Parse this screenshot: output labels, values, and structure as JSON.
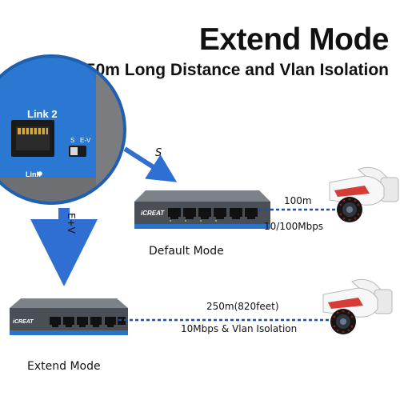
{
  "header": {
    "title": "Extend Mode",
    "subtitle": "250m Long Distance and Vlan Isolation"
  },
  "zoom_panel": {
    "port_label": "Link 2",
    "led_label": "Link",
    "switch_s": "S",
    "switch_ev": "E-V"
  },
  "arrows": {
    "s_label": "S",
    "ev_label": "E+V"
  },
  "default_mode": {
    "brand": "iCREAT",
    "distance_label": "100m",
    "speed_label": "10/100Mbps",
    "caption": "Default Mode"
  },
  "extend_mode": {
    "brand": "iCREAT",
    "distance_label": "250m(820feet)",
    "speed_label": "10Mbps & Vlan Isolation",
    "caption": "Extend Mode"
  },
  "colors": {
    "accent_blue": "#2a73c9",
    "arrow_blue": "#2f6fd1",
    "switch_body": "#4a4f55",
    "cable_dash": "#1e4fa8"
  }
}
